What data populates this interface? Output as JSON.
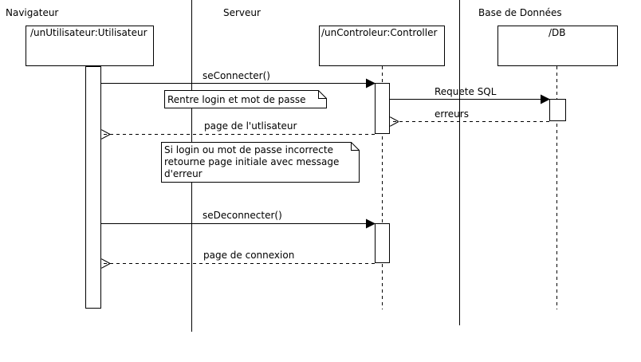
{
  "swimlanes": [
    {
      "id": "navigateur",
      "label": "Navigateur"
    },
    {
      "id": "serveur",
      "label": "Serveur"
    },
    {
      "id": "bdd",
      "label": "Base de Données"
    }
  ],
  "participants": [
    {
      "id": "user",
      "label": "/unUtilisateur:Utilisateur"
    },
    {
      "id": "ctrl",
      "label": "/unControleur:Controller"
    },
    {
      "id": "db",
      "label": "/DB"
    }
  ],
  "messages": [
    {
      "id": "seConnecter",
      "label": "seConnecter()",
      "kind": "sync"
    },
    {
      "id": "requeteSql",
      "label": "Requete SQL",
      "kind": "sync"
    },
    {
      "id": "erreurs",
      "label": "erreurs",
      "kind": "return"
    },
    {
      "id": "pageUtilisateur",
      "label": "page de l'utlisateur",
      "kind": "return"
    },
    {
      "id": "seDeconnecter",
      "label": "seDeconnecter()",
      "kind": "sync"
    },
    {
      "id": "pageConnexion",
      "label": "page de connexion",
      "kind": "return"
    }
  ],
  "notes": [
    {
      "id": "noteLogin",
      "lines": [
        "Rentre login et mot de passe"
      ]
    },
    {
      "id": "noteErreur",
      "lines": [
        "Si login ou mot de passe incorrecte",
        "retourne page initiale avec message",
        "d'erreur"
      ]
    }
  ]
}
